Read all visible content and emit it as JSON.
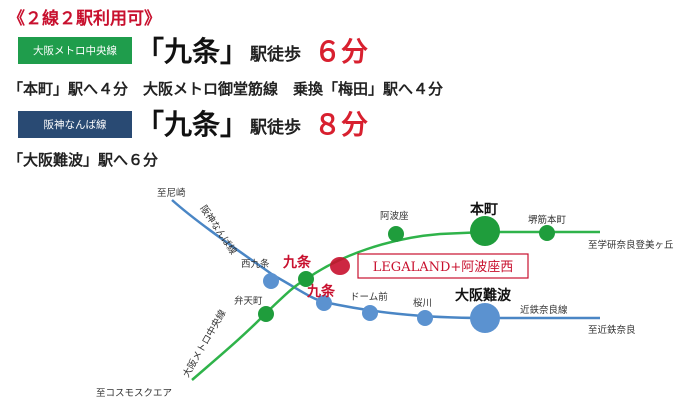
{
  "header": {
    "availability": "《２線２駅利用可》"
  },
  "route1": {
    "line_badge": "大阪メトロ中央線",
    "station": "「九条」",
    "walk_label": "駅徒歩",
    "walk_minutes": "６分",
    "transfer_text": "「本町」駅へ４分　大阪メトロ御堂筋線　乗換「梅田」駅へ４分"
  },
  "route2": {
    "line_badge": "阪神なんば線",
    "station": "「九条」",
    "walk_label": "駅徒歩",
    "walk_minutes": "８分",
    "transfer_text": "「大阪難波」駅へ６分"
  },
  "map": {
    "colors": {
      "green_line": "#2fb34a",
      "blue_line": "#4a86c5",
      "green_station": "#1f9d3c",
      "blue_station": "#5b92d0",
      "property": "#c8102e"
    },
    "labels": {
      "to_amagasaki": "至尼崎",
      "hanshin_line": "阪神なんば線",
      "nishikujo": "西九条",
      "kujo_green": "九条",
      "kujo_blue": "九条",
      "bentencho": "弁天町",
      "metro_chuo_line": "大阪メトロ中央線",
      "to_cosmo": "至コスモスクエア",
      "awaza": "阿波座",
      "honmachi": "本町",
      "sakaisuji": "堺筋本町",
      "to_gakken": "至学研奈良登美ヶ丘",
      "dome_mae": "ドーム前",
      "sakuragawa": "桜川",
      "osaka_namba": "大阪難波",
      "kintetsu_nara_line": "近鉄奈良線",
      "to_kintetsu_nara": "至近鉄奈良",
      "property": "LEGALAND+阿波座西"
    }
  }
}
